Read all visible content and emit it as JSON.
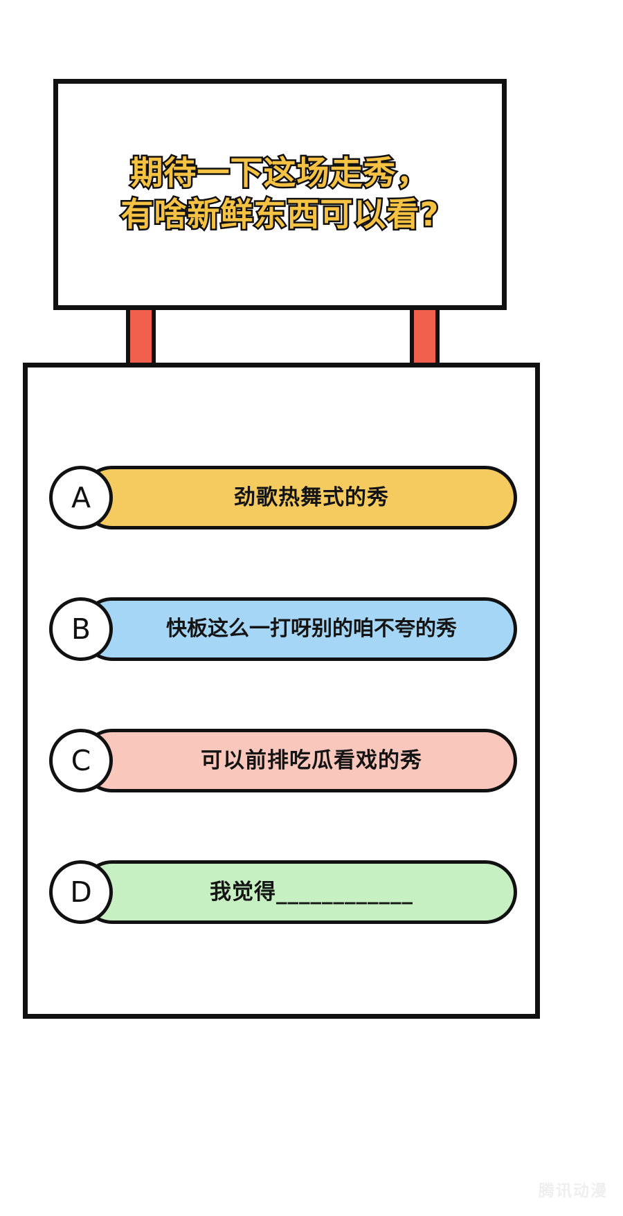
{
  "sign": {
    "title": "期待一下这场走秀，\n有啥新鲜东西可以看?",
    "text_color": "#F5C244",
    "outline_color": "#111111"
  },
  "posts": {
    "color": "#F0604D",
    "left_label": "sign-post-left",
    "right_label": "sign-post-right"
  },
  "board": {
    "background": "#FFFFFF",
    "border_color": "#111111"
  },
  "options": [
    {
      "letter": "A",
      "text": "劲歌热舞式的秀",
      "fill": "#F5CB60",
      "border": "#111111"
    },
    {
      "letter": "B",
      "text": "快板这么一打呀别的咱不夸的秀",
      "fill": "#A6D6F5",
      "border": "#111111"
    },
    {
      "letter": "C",
      "text": "可以前排吃瓜看戏的秀",
      "fill": "#F9C7BB",
      "border": "#111111"
    },
    {
      "letter": "D",
      "text": "我觉得____________",
      "fill": "#C6EFC2",
      "border": "#111111"
    }
  ],
  "watermark": {
    "text": "腾讯动漫"
  }
}
